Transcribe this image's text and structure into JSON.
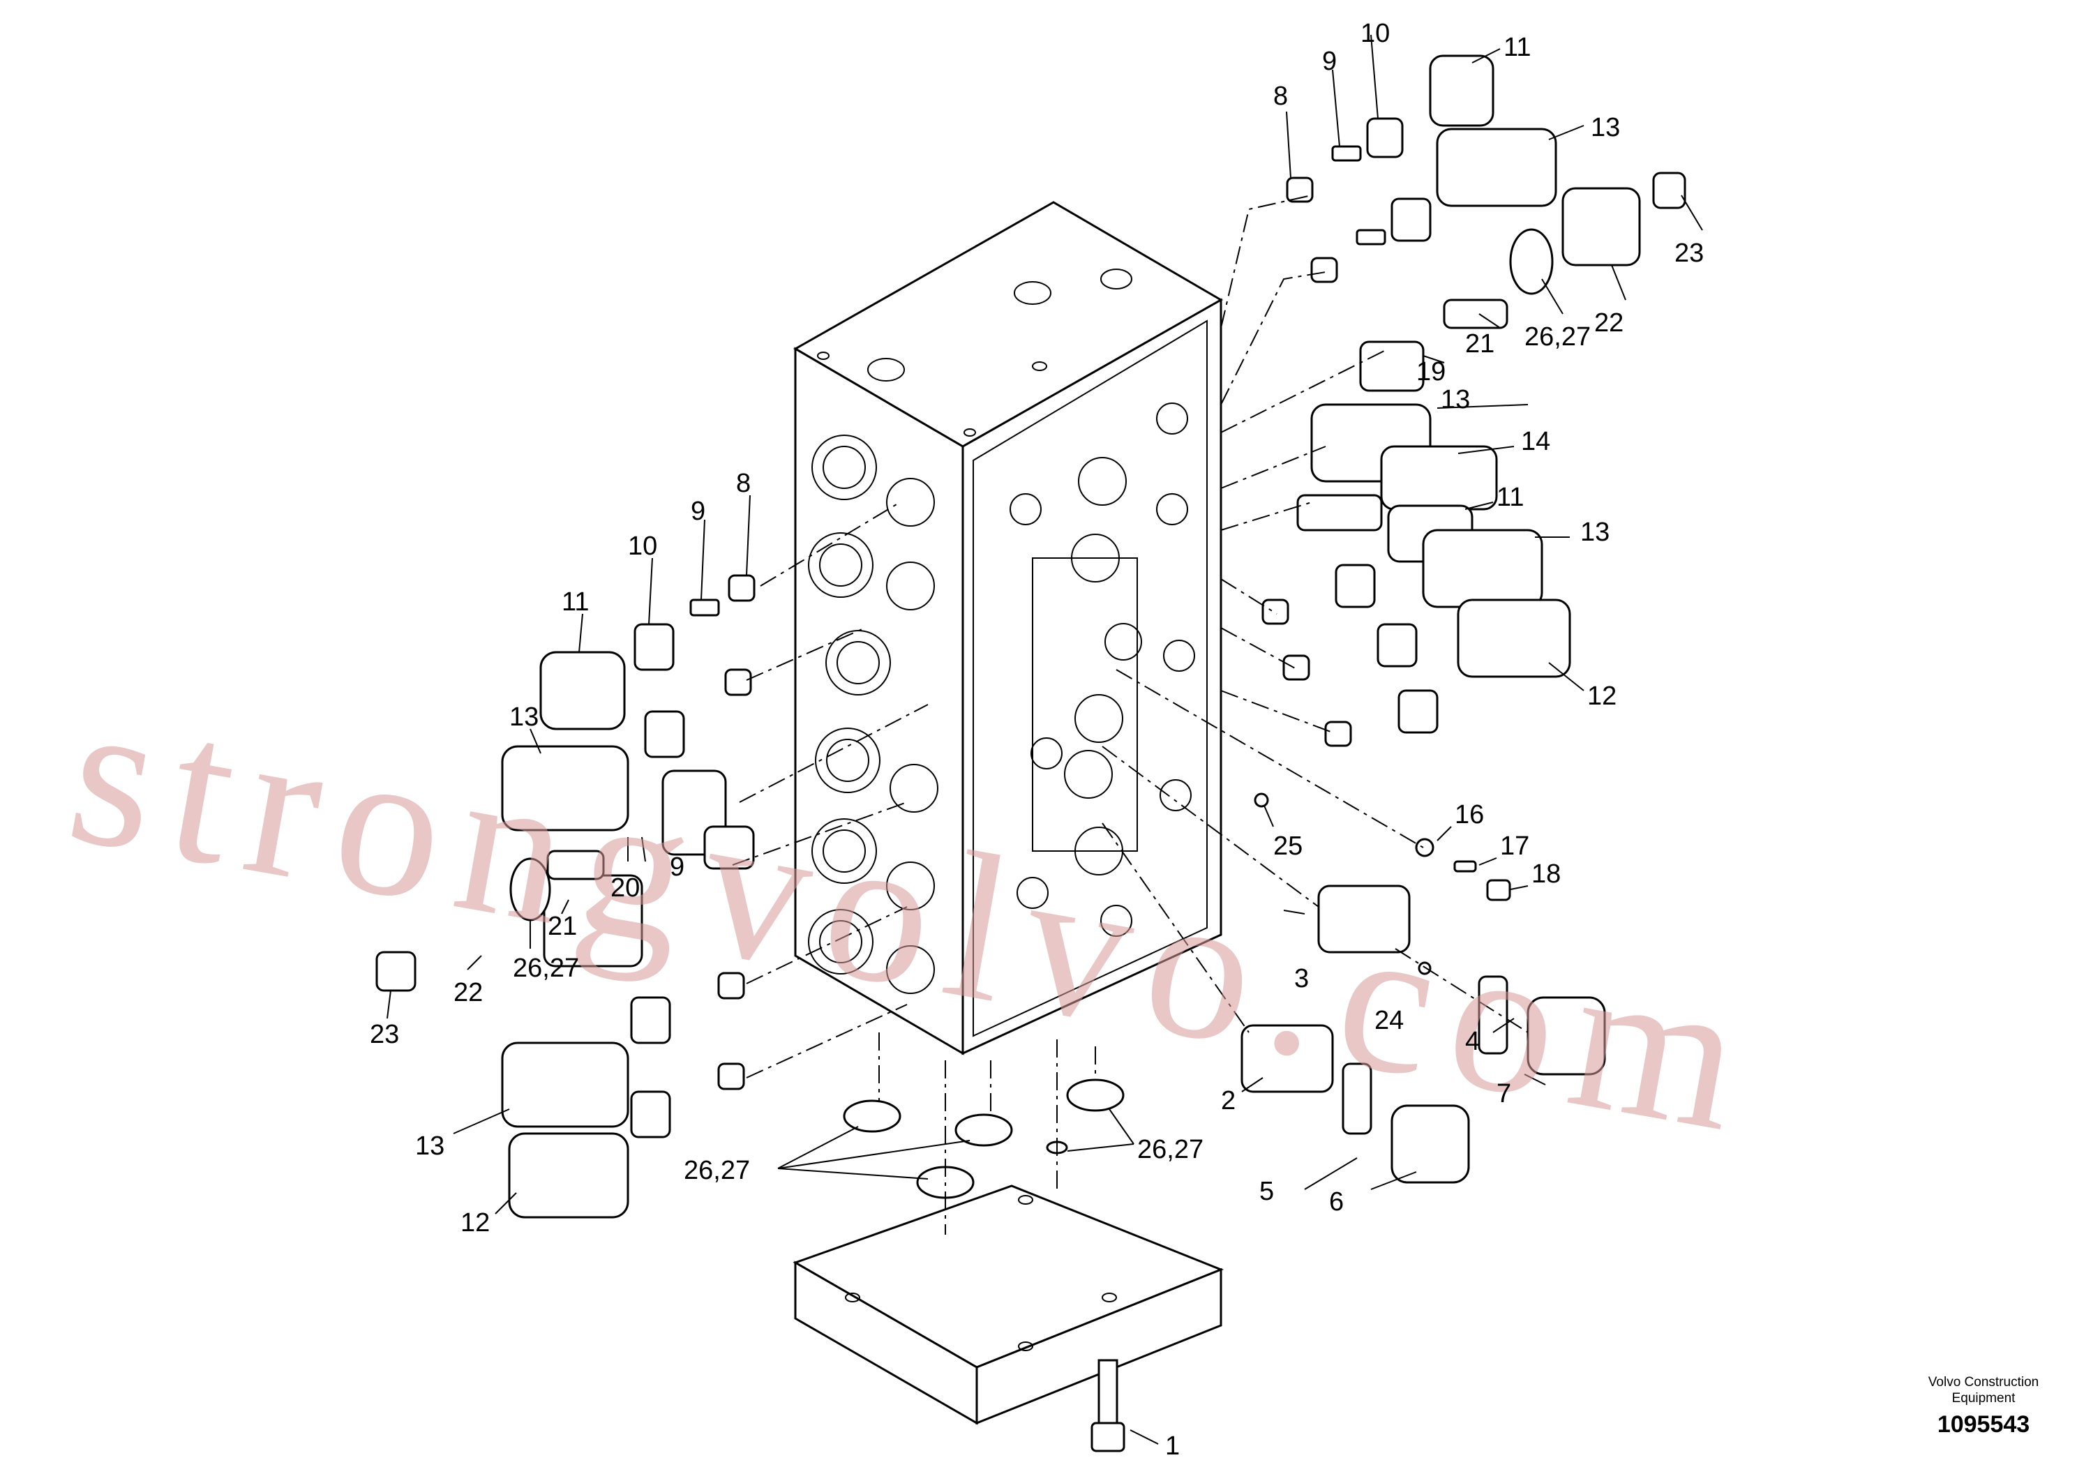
{
  "brand": {
    "line1": "Volvo Construction",
    "line2": "Equipment"
  },
  "document_number": "1095543",
  "watermark": "strongvolvo.com",
  "callouts": [
    "1",
    "2",
    "3",
    "4",
    "5",
    "6",
    "7",
    "8",
    "9",
    "10",
    "11",
    "12",
    "13",
    "14",
    "16",
    "17",
    "18",
    "19",
    "20",
    "21",
    "22",
    "23",
    "24",
    "25",
    "26,27"
  ]
}
